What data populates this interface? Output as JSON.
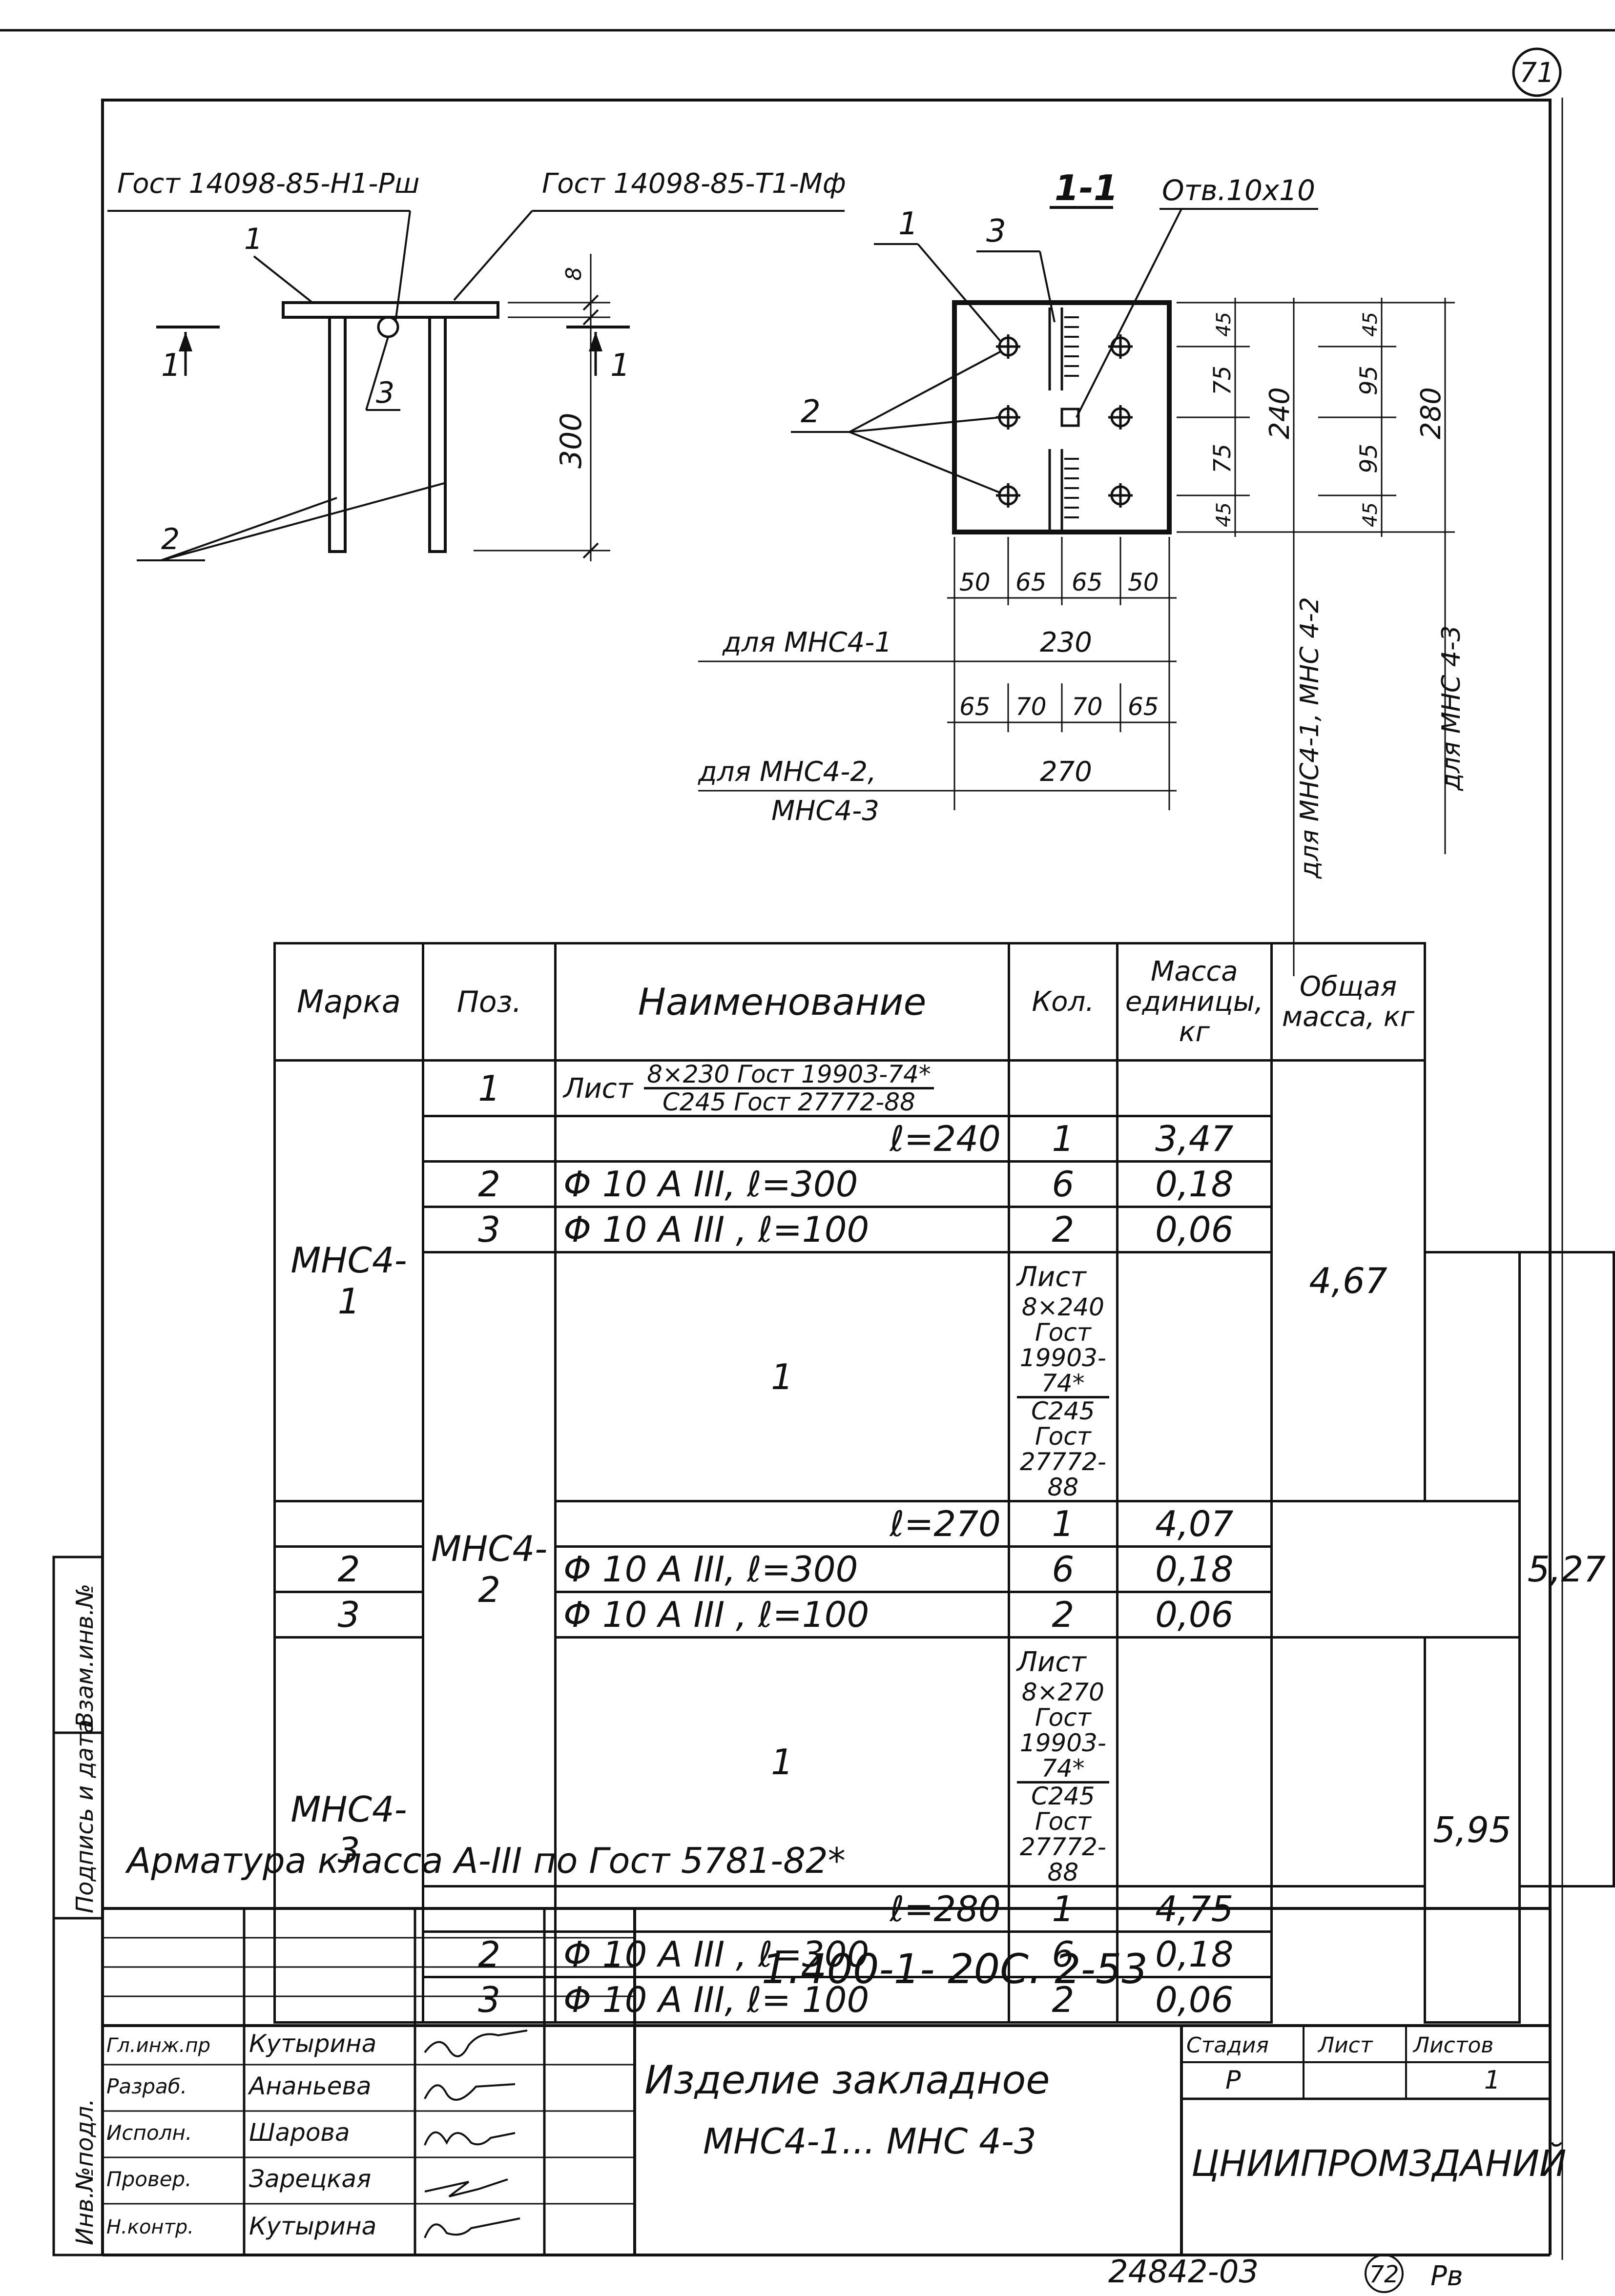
{
  "sheet_number": "71",
  "drawing": {
    "gost_left": "Гост 14098-85-Н1-Рш",
    "gost_right": "Гост 14098-85-Т1-Мф",
    "callout_1": "1",
    "callout_2": "2",
    "callout_3": "3",
    "section_mark": "1",
    "dim_thickness": "8",
    "dim_height": "300"
  },
  "section": {
    "title": "1-1",
    "hole_label": "Отв.10х10",
    "callout_1": "1",
    "callout_2": "2",
    "callout_3": "3",
    "dims_right_a": [
      "45",
      "75",
      "75",
      "45"
    ],
    "dim_right_a_total": "240",
    "dims_right_b": [
      "45",
      "95",
      "95",
      "45"
    ],
    "dim_right_b_total": "280",
    "dims_bottom_a": [
      "50",
      "65",
      "65",
      "50"
    ],
    "dim_bottom_a_total": "230",
    "dims_bottom_b": [
      "65",
      "70",
      "70",
      "65"
    ],
    "dim_bottom_b_total": "270",
    "label_for_1": "для МНС4-1",
    "label_for_23_line1": "для МНС4-2,",
    "label_for_23_line2": "МНС4-3",
    "label_vert_a": "для МНС4-1, МНС 4-2",
    "label_vert_b": "для МНС 4-3"
  },
  "spec_table": {
    "headers": {
      "mark": "Марка",
      "pos": "Поз.",
      "name": "Наименование",
      "qty": "Кол.",
      "unit_mass": "Масса единицы, кг",
      "total_mass": "Общая масса, кг"
    },
    "groups": [
      {
        "mark": "МНС4-1",
        "total": "4,67",
        "sheet": {
          "pos": "1",
          "prefix": "Лист",
          "num": "8×230 Гост 19903-74*",
          "den": "С245 Гост 27772-88",
          "len": "ℓ=240",
          "qty": "1",
          "mass": "3,47"
        },
        "rows": [
          {
            "pos": "2",
            "name": "Φ 10 А III,  ℓ=300",
            "qty": "6",
            "mass": "0,18"
          },
          {
            "pos": "3",
            "name": "Φ 10 А III ,  ℓ=100",
            "qty": "2",
            "mass": "0,06"
          }
        ]
      },
      {
        "mark": "МНС4-2",
        "total": "5,27",
        "sheet": {
          "pos": "1",
          "prefix": "Лист",
          "num": "8×240 Гост 19903-74*",
          "den": "С245 Гост 27772-88",
          "len": "ℓ=270",
          "qty": "1",
          "mass": "4,07"
        },
        "rows": [
          {
            "pos": "2",
            "name": "Φ 10 А III,  ℓ=300",
            "qty": "6",
            "mass": "0,18"
          },
          {
            "pos": "3",
            "name": "Φ 10 А III ,  ℓ=100",
            "qty": "2",
            "mass": "0,06"
          }
        ]
      },
      {
        "mark": "МНС4-3",
        "total": "5,95",
        "sheet": {
          "pos": "1",
          "prefix": "Лист",
          "num": "8×270 Гост 19903-74*",
          "den": "С245 Гост 27772-88",
          "len": "ℓ=280",
          "qty": "1",
          "mass": "4,75"
        },
        "rows": [
          {
            "pos": "2",
            "name": "Φ 10 А III ,  ℓ=300",
            "qty": "6",
            "mass": "0,18"
          },
          {
            "pos": "3",
            "name": "Φ 10 А III,  ℓ= 100",
            "qty": "2",
            "mass": "0,06"
          }
        ]
      }
    ]
  },
  "note": "Арматура класса А-III по Гост 5781-82*",
  "title_block": {
    "code": "1.400-1- 20С. 2-53",
    "title_line1": "Изделие закладное",
    "title_line2": "МНС4-1... МНС 4-3",
    "stage_label": "Стадия",
    "sheet_label": "Лист",
    "sheets_label": "Листов",
    "stage": "Р",
    "sheets": "1",
    "org": "ЦНИИПРОМЗДАНИЙ",
    "staff": [
      {
        "role": "Гл.инж.пр",
        "name": "Кутырина"
      },
      {
        "role": "Разраб.",
        "name": "Ананьева"
      },
      {
        "role": "Исполн.",
        "name": "Шарова"
      },
      {
        "role": "Провер.",
        "name": "Зарецкая"
      },
      {
        "role": "Н.контр.",
        "name": "Кутырина"
      }
    ]
  },
  "side_stamp": {
    "inv_orig": "Инв.№подл.",
    "sign_date": "Подпись и дата",
    "inv_repl": "Взам.инв.№"
  },
  "bottom_code": "24842-03",
  "bottom_circle": "72",
  "bottom_initials": "Рв"
}
